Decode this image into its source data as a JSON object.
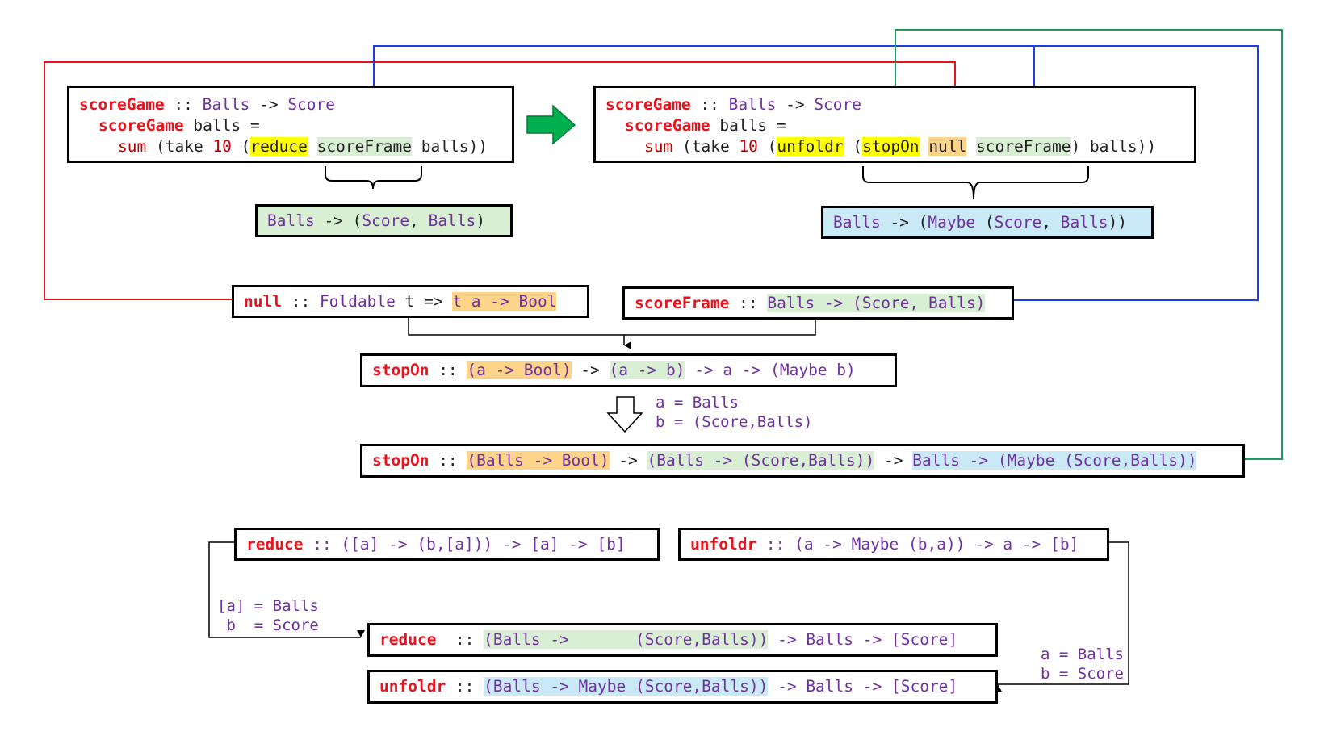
{
  "colors": {
    "red_wire": "#e8131c",
    "blue_wire": "#1f3ee0",
    "green_wire": "#1f9a5a",
    "big_arrow": "#00b050",
    "highlight_yellow": "#ffff00",
    "highlight_orange": "#fdd48a",
    "highlight_green": "#d8efd3",
    "highlight_blue": "#c9e9f6",
    "keyword": "#e8131c",
    "type": "#7030a0"
  },
  "left_code": {
    "l1": {
      "name": "scoreGame",
      "sep": " :: ",
      "t1": "Balls",
      "arrow": " -> ",
      "t2": "Score"
    },
    "l2": {
      "name": "scoreGame",
      "rest": " balls ="
    },
    "l3": {
      "sum": "sum",
      "take": "(take",
      "ten": "10",
      "open": "(",
      "fn": "reduce",
      "arg": "scoreFrame",
      "tail": "balls))"
    }
  },
  "right_code": {
    "l1": {
      "name": "scoreGame",
      "sep": " :: ",
      "t1": "Balls",
      "arrow": " -> ",
      "t2": "Score"
    },
    "l2": {
      "name": "scoreGame",
      "rest": " balls ="
    },
    "l3": {
      "sum": "sum",
      "take": "(take",
      "ten": "10",
      "open": "(",
      "fn": "unfoldr",
      "paren": "(",
      "stop": "stopOn",
      "null": "null",
      "arg": "scoreFrame",
      "tail": ") balls))"
    }
  },
  "left_type_note": {
    "t1": "Balls",
    "arrow": " -> (",
    "t2": "Score",
    "comma": ", ",
    "t3": "Balls",
    "close": ")"
  },
  "right_type_note": {
    "t1": "Balls",
    "arrow": " -> (",
    "t2": "Maybe",
    "paren": " (",
    "t3": "Score",
    "comma": ", ",
    "t4": "Balls",
    "close": "))"
  },
  "null_sig": {
    "name": "null",
    "sep": " :: ",
    "cls": "Foldable",
    "t": " t => ",
    "hl": "t a -> Bool"
  },
  "scoreframe_sig": {
    "name": "scoreFrame",
    "sep": " :: ",
    "hl": "Balls -> (Score, Balls)"
  },
  "stopon_generic": {
    "name": "stopOn",
    "sep": " :: ",
    "h1": "(a -> Bool)",
    "arr1": " -> ",
    "h2": "(a -> b)",
    "rest": " -> a -> (Maybe b)"
  },
  "subst_note": {
    "a": "a = Balls",
    "b": "b = (Score,Balls)"
  },
  "stopon_specific": {
    "name": "stopOn",
    "sep": " :: ",
    "h1": "(Balls -> Bool)",
    "arr1": " -> ",
    "h2": "(Balls -> (Score,Balls))",
    "arr2": " -> ",
    "h3": "Balls -> (Maybe (Score,Balls))"
  },
  "reduce_generic": {
    "name": "reduce",
    "rest": " :: ([a] -> (b,[a])) -> [a] -> [b]"
  },
  "unfoldr_generic": {
    "name": "unfoldr",
    "rest": " :: (a -> Maybe (b,a)) -> a -> [b]"
  },
  "reduce_note": {
    "a": "[a] = Balls",
    "b": " b  = Score"
  },
  "unfoldr_note": {
    "a": "a = Balls",
    "b": "b = Score"
  },
  "reduce_specific": {
    "name": "reduce",
    "sep": "  :: ",
    "hl": "(Balls ->       (Score,Balls))",
    "rest": " -> Balls -> [Score]"
  },
  "unfoldr_specific": {
    "name": "unfoldr",
    "sep": " :: ",
    "hl": "(Balls -> Maybe (Score,Balls))",
    "rest": " -> Balls -> [Score]"
  }
}
